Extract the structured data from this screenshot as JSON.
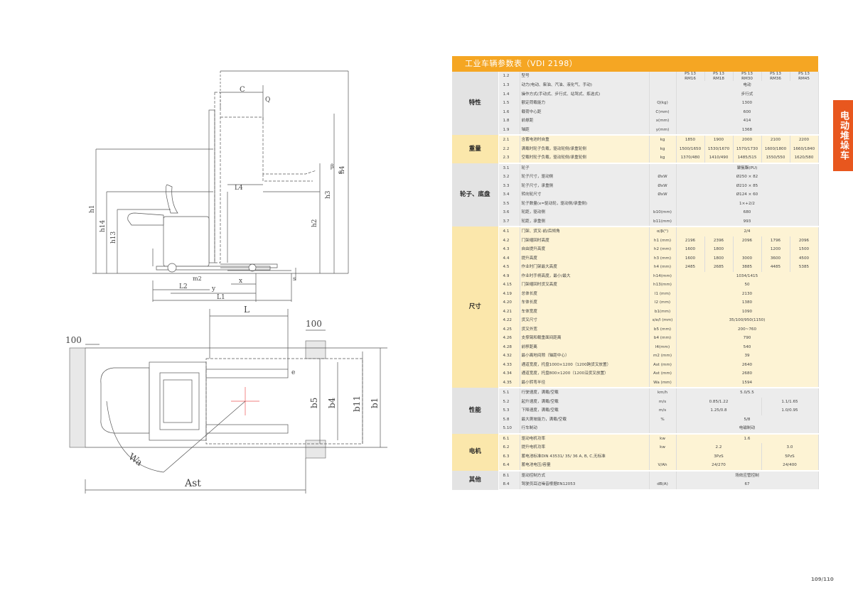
{
  "title": "工业车辆参数表（VDI 2198）",
  "side_tab": "电动堆垛车",
  "page_number": "109/110",
  "models": [
    [
      "PS 13",
      "RM16"
    ],
    [
      "PS 13",
      "RM18"
    ],
    [
      "PS 13",
      "RM30"
    ],
    [
      "PS 13",
      "RM36"
    ],
    [
      "PS 13",
      "RM45"
    ]
  ],
  "drawing_labels": {
    "C": "C",
    "Q": "Q",
    "h4": "h4",
    "h3": "h3",
    "h1": "h1",
    "h14": "h14",
    "h13": "h13",
    "h2": "h2",
    "L4": "L4",
    "beta": "β",
    "alpha": "α",
    "m2": "m2",
    "L2": "L2",
    "y": "y",
    "x": "x",
    "L1": "L1",
    "s": "s",
    "L": "L",
    "d100a": "100",
    "d100b": "100",
    "e": "e",
    "b5": "b5",
    "b4": "b4",
    "b11": "b11",
    "b1": "b1",
    "Wa": "Wa",
    "Ast": "Ast"
  },
  "groups": [
    {
      "name": "特性",
      "style": "gray",
      "rows": [
        {
          "code": "1.2",
          "item": "型号",
          "unit": "",
          "values": []
        },
        {
          "code": "1.3",
          "item": "动力(电动、柴油、汽油、液化气、手动)",
          "unit": "",
          "values": [
            {
              "t": "电动",
              "s": 1,
              "c": 5
            }
          ]
        },
        {
          "code": "1.4",
          "item": "操作方式(手动式、步行式、站驾式、拣选式)",
          "unit": "",
          "values": [
            {
              "t": "步行式",
              "s": 1,
              "c": 5
            }
          ]
        },
        {
          "code": "1.5",
          "item": "额定荷载能力",
          "unit": "Q(kg)",
          "values": [
            {
              "t": "1300",
              "s": 1,
              "c": 5
            }
          ]
        },
        {
          "code": "1.6",
          "item": "载荷中心距",
          "unit": "C(mm)",
          "values": [
            {
              "t": "600",
              "s": 1,
              "c": 5
            }
          ]
        },
        {
          "code": "1.8",
          "item": "前悬距",
          "unit": "x(mm)",
          "values": [
            {
              "t": "414",
              "s": 1,
              "c": 5
            }
          ]
        },
        {
          "code": "1.9",
          "item": "轴距",
          "unit": "y(mm)",
          "values": [
            {
              "t": "1368",
              "s": 1,
              "c": 5
            }
          ]
        }
      ]
    },
    {
      "name": "重量",
      "style": "yel",
      "rows": [
        {
          "code": "2.1",
          "item": "含蓄电池时自重",
          "unit": "kg",
          "values": [
            {
              "t": "1850",
              "s": 1,
              "c": 1
            },
            {
              "t": "1900",
              "s": 2,
              "c": 1
            },
            {
              "t": "2000",
              "s": 3,
              "c": 1
            },
            {
              "t": "2100",
              "s": 4,
              "c": 1
            },
            {
              "t": "2200",
              "s": 5,
              "c": 1
            }
          ]
        },
        {
          "code": "2.2",
          "item": "满载时轮子负载，驱动轮侧/承重轮侧",
          "unit": "kg",
          "values": [
            {
              "t": "1500/1650",
              "s": 1,
              "c": 1
            },
            {
              "t": "1530/1670",
              "s": 2,
              "c": 1
            },
            {
              "t": "1570/1730",
              "s": 3,
              "c": 1
            },
            {
              "t": "1600/1800",
              "s": 4,
              "c": 1
            },
            {
              "t": "1660/1840",
              "s": 5,
              "c": 1
            }
          ]
        },
        {
          "code": "2.3",
          "item": "空载时轮子负载，驱动轮侧/承重轮侧",
          "unit": "kg",
          "values": [
            {
              "t": "1370/480",
              "s": 1,
              "c": 1
            },
            {
              "t": "1410/490",
              "s": 2,
              "c": 1
            },
            {
              "t": "1485/515",
              "s": 3,
              "c": 1
            },
            {
              "t": "1550/550",
              "s": 4,
              "c": 1
            },
            {
              "t": "1620/580",
              "s": 5,
              "c": 1
            }
          ]
        }
      ]
    },
    {
      "name": "轮子、底盘",
      "style": "gray",
      "rows": [
        {
          "code": "3.1",
          "item": "轮子",
          "unit": "",
          "values": [
            {
              "t": "聚氨酯(PU)",
              "s": 1,
              "c": 5
            }
          ]
        },
        {
          "code": "3.2",
          "item": "轮子尺寸，驱动侧",
          "unit": "ØxW",
          "values": [
            {
              "t": "Ø250 × 82",
              "s": 1,
              "c": 5
            }
          ]
        },
        {
          "code": "3.3",
          "item": "轮子尺寸，承重侧",
          "unit": "ØxW",
          "values": [
            {
              "t": "Ø210 × 85",
              "s": 1,
              "c": 5
            }
          ]
        },
        {
          "code": "3.4",
          "item": "转向轮尺寸",
          "unit": "ØxW",
          "values": [
            {
              "t": "Ø124 × 60",
              "s": 1,
              "c": 5
            }
          ]
        },
        {
          "code": "3.5",
          "item": "轮子数量(x=驱动轮，驱动侧/承重侧)",
          "unit": "",
          "values": [
            {
              "t": "1×+2/2",
              "s": 1,
              "c": 5
            }
          ]
        },
        {
          "code": "3.6",
          "item": "轮距，驱动侧",
          "unit": "b10(mm)",
          "values": [
            {
              "t": "680",
              "s": 1,
              "c": 5
            }
          ]
        },
        {
          "code": "3.7",
          "item": "轮距，承重侧",
          "unit": "b11(mm)",
          "values": [
            {
              "t": "993",
              "s": 1,
              "c": 5
            }
          ]
        }
      ]
    },
    {
      "name": "尺寸",
      "style": "yel",
      "rows": [
        {
          "code": "4.1",
          "item": "门架、货叉-前/后倾角",
          "unit": "α/β(°)",
          "values": [
            {
              "t": "2/4",
              "s": 1,
              "c": 5
            }
          ]
        },
        {
          "code": "4.2",
          "item": "门架缩回时高度",
          "unit": "h1 (mm)",
          "values": [
            {
              "t": "2196",
              "s": 1,
              "c": 1
            },
            {
              "t": "2396",
              "s": 2,
              "c": 1
            },
            {
              "t": "2096",
              "s": 3,
              "c": 1
            },
            {
              "t": "1796",
              "s": 4,
              "c": 1
            },
            {
              "t": "2096",
              "s": 5,
              "c": 1
            }
          ]
        },
        {
          "code": "4.3",
          "item": "自由提升高度",
          "unit": "h2 (mm)",
          "values": [
            {
              "t": "1600",
              "s": 1,
              "c": 1
            },
            {
              "t": "1800",
              "s": 2,
              "c": 1
            },
            {
              "t": "",
              "s": 3,
              "c": 1
            },
            {
              "t": "1200",
              "s": 4,
              "c": 1
            },
            {
              "t": "1500",
              "s": 5,
              "c": 1
            }
          ]
        },
        {
          "code": "4.4",
          "item": "提升高度",
          "unit": "h3 (mm)",
          "values": [
            {
              "t": "1600",
              "s": 1,
              "c": 1
            },
            {
              "t": "1800",
              "s": 2,
              "c": 1
            },
            {
              "t": "3000",
              "s": 3,
              "c": 1
            },
            {
              "t": "3600",
              "s": 4,
              "c": 1
            },
            {
              "t": "4500",
              "s": 5,
              "c": 1
            }
          ]
        },
        {
          "code": "4.5",
          "item": "作业时门架最大高度",
          "unit": "h4 (mm)",
          "values": [
            {
              "t": "2485",
              "s": 1,
              "c": 1
            },
            {
              "t": "2685",
              "s": 2,
              "c": 1
            },
            {
              "t": "3885",
              "s": 3,
              "c": 1
            },
            {
              "t": "4485",
              "s": 4,
              "c": 1
            },
            {
              "t": "5385",
              "s": 5,
              "c": 1
            }
          ]
        },
        {
          "code": "4.9",
          "item": "作业时手柄高度，最小/最大",
          "unit": "h14(mm)",
          "values": [
            {
              "t": "1034/1415",
              "s": 1,
              "c": 5
            }
          ]
        },
        {
          "code": "4.15",
          "item": "门架缩回时货叉高度",
          "unit": "h13(mm)",
          "values": [
            {
              "t": "50",
              "s": 1,
              "c": 5
            }
          ]
        },
        {
          "code": "4.19",
          "item": "总体长度",
          "unit": "l1 (mm)",
          "values": [
            {
              "t": "2130",
              "s": 1,
              "c": 5
            }
          ]
        },
        {
          "code": "4.20",
          "item": "车体长度",
          "unit": "l2 (mm)",
          "values": [
            {
              "t": "1380",
              "s": 1,
              "c": 5
            }
          ]
        },
        {
          "code": "4.21",
          "item": "车体宽度",
          "unit": "b1(mm)",
          "values": [
            {
              "t": "1090",
              "s": 1,
              "c": 5
            }
          ]
        },
        {
          "code": "4.22",
          "item": "货叉尺寸",
          "unit": "s/e/l (mm)",
          "values": [
            {
              "t": "35/100/950(1150)",
              "s": 1,
              "c": 5
            }
          ]
        },
        {
          "code": "4.25",
          "item": "货叉外宽",
          "unit": "b5 (mm)",
          "values": [
            {
              "t": "200~760",
              "s": 1,
              "c": 5
            }
          ]
        },
        {
          "code": "4.26",
          "item": "支撑臂和载重面间距离",
          "unit": "b4 (mm)",
          "values": [
            {
              "t": "790",
              "s": 1,
              "c": 5
            }
          ]
        },
        {
          "code": "4.28",
          "item": "前移距离",
          "unit": "l4(mm)",
          "values": [
            {
              "t": "540",
              "s": 1,
              "c": 5
            }
          ]
        },
        {
          "code": "4.32",
          "item": "最小离地间隙（轴距中心）",
          "unit": "m2 (mm)",
          "values": [
            {
              "t": "39",
              "s": 1,
              "c": 5
            }
          ]
        },
        {
          "code": "4.33",
          "item": "通道宽度，托盘1000×1200（1200跨货叉放置）",
          "unit": "Ast (mm)",
          "values": [
            {
              "t": "2640",
              "s": 1,
              "c": 5
            }
          ]
        },
        {
          "code": "4.34",
          "item": "通道宽度，托盘800×1200（1200沿货叉放置）",
          "unit": "Ast (mm)",
          "values": [
            {
              "t": "2680",
              "s": 1,
              "c": 5
            }
          ]
        },
        {
          "code": "4.35",
          "item": "最小转弯半径",
          "unit": "Wa (mm)",
          "values": [
            {
              "t": "1594",
              "s": 1,
              "c": 5
            }
          ]
        }
      ]
    },
    {
      "name": "性能",
      "style": "gray",
      "rows": [
        {
          "code": "5.1",
          "item": "行驶速度，满载/空载",
          "unit": "km/h",
          "values": [
            {
              "t": "5.0/5.5",
              "s": 1,
              "c": 5
            }
          ]
        },
        {
          "code": "5.2",
          "item": "起升速度，满载/空载",
          "unit": "m/s",
          "values": [
            {
              "t": "0.85/1.22",
              "s": 1,
              "c": 3
            },
            {
              "t": "1.1/1.65",
              "s": 4,
              "c": 2
            }
          ]
        },
        {
          "code": "5.3",
          "item": "下降速度，满载/空载",
          "unit": "m/s",
          "values": [
            {
              "t": "1.25/0.8",
              "s": 1,
              "c": 3
            },
            {
              "t": "1.0/0.95",
              "s": 4,
              "c": 2
            }
          ]
        },
        {
          "code": "5.8",
          "item": "最大爬坡能力，满载/空载",
          "unit": "%",
          "values": [
            {
              "t": "5/8",
              "s": 1,
              "c": 5
            }
          ]
        },
        {
          "code": "5.10",
          "item": "行车制动",
          "unit": "",
          "values": [
            {
              "t": "电磁制动",
              "s": 1,
              "c": 5
            }
          ]
        }
      ]
    },
    {
      "name": "电机",
      "style": "yel",
      "rows": [
        {
          "code": "6.1",
          "item": "驱动电机功率",
          "unit": "kw",
          "values": [
            {
              "t": "1.6",
              "s": 1,
              "c": 5
            }
          ]
        },
        {
          "code": "6.2",
          "item": "提升电机功率",
          "unit": "kw",
          "values": [
            {
              "t": "2.2",
              "s": 1,
              "c": 3
            },
            {
              "t": "3.0",
              "s": 4,
              "c": 2
            }
          ]
        },
        {
          "code": "6.3",
          "item": "蓄电池标准DIN 43531/ 35/ 36 A, B, C,无标准",
          "unit": "",
          "values": [
            {
              "t": "3PzS",
              "s": 1,
              "c": 3
            },
            {
              "t": "5PzS",
              "s": 4,
              "c": 2
            }
          ]
        },
        {
          "code": "6.4",
          "item": "蓄电池电压/容量",
          "unit": "V/Ah",
          "values": [
            {
              "t": "24/270",
              "s": 1,
              "c": 3
            },
            {
              "t": "24/400",
              "s": 4,
              "c": 2
            }
          ]
        }
      ]
    },
    {
      "name": "其他",
      "style": "gray",
      "rows": [
        {
          "code": "8.1",
          "item": "驱动控制方式",
          "unit": "",
          "values": [
            {
              "t": "场效应管控制",
              "s": 1,
              "c": 5
            }
          ]
        },
        {
          "code": "8.4",
          "item": "驾驶员耳边噪音根据EN12053",
          "unit": "dB(A)",
          "values": [
            {
              "t": "67",
              "s": 1,
              "c": 5
            }
          ]
        }
      ]
    }
  ]
}
